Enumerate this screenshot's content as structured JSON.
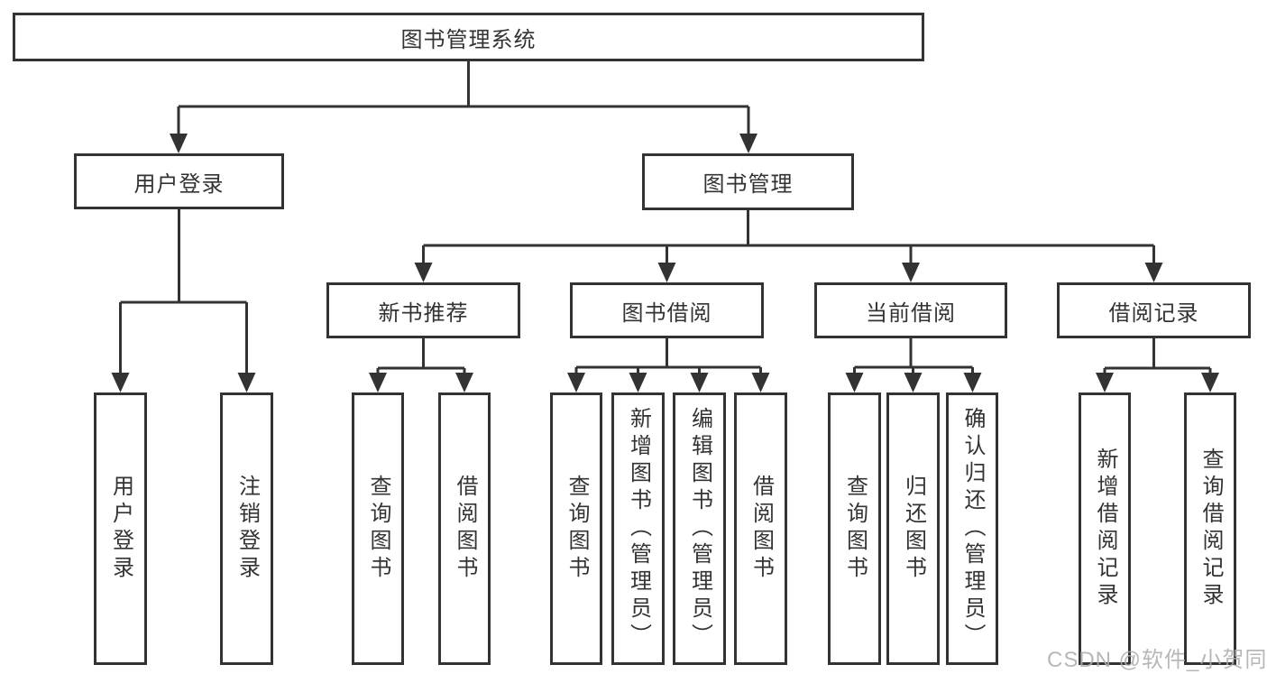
{
  "diagram": {
    "title": "图书管理系统",
    "watermark": "CSDN @软件_小贺同学",
    "colors": {
      "line": "#333333",
      "box_border": "#333333",
      "box_background": "#ffffff",
      "text": "#333333",
      "watermark": "#ababab"
    },
    "nodes": {
      "root": "图书管理系统",
      "user_login_branch": {
        "label": "用户登录",
        "children": [
          "用户登录",
          "注销登录"
        ]
      },
      "book_mgmt_branch": {
        "label": "图书管理",
        "children": [
          {
            "label": "新书推荐",
            "children": [
              "查询图书",
              "借阅图书"
            ]
          },
          {
            "label": "图书借阅",
            "children": [
              "查询图书",
              "新增图书（管理员）",
              "编辑图书（管理员）",
              "借阅图书"
            ]
          },
          {
            "label": "当前借阅",
            "children": [
              "查询图书",
              "归还图书",
              "确认归还（管理员）"
            ]
          },
          {
            "label": "借阅记录",
            "children": [
              "新增借阅记录",
              "查询借阅记录"
            ]
          }
        ]
      }
    }
  }
}
